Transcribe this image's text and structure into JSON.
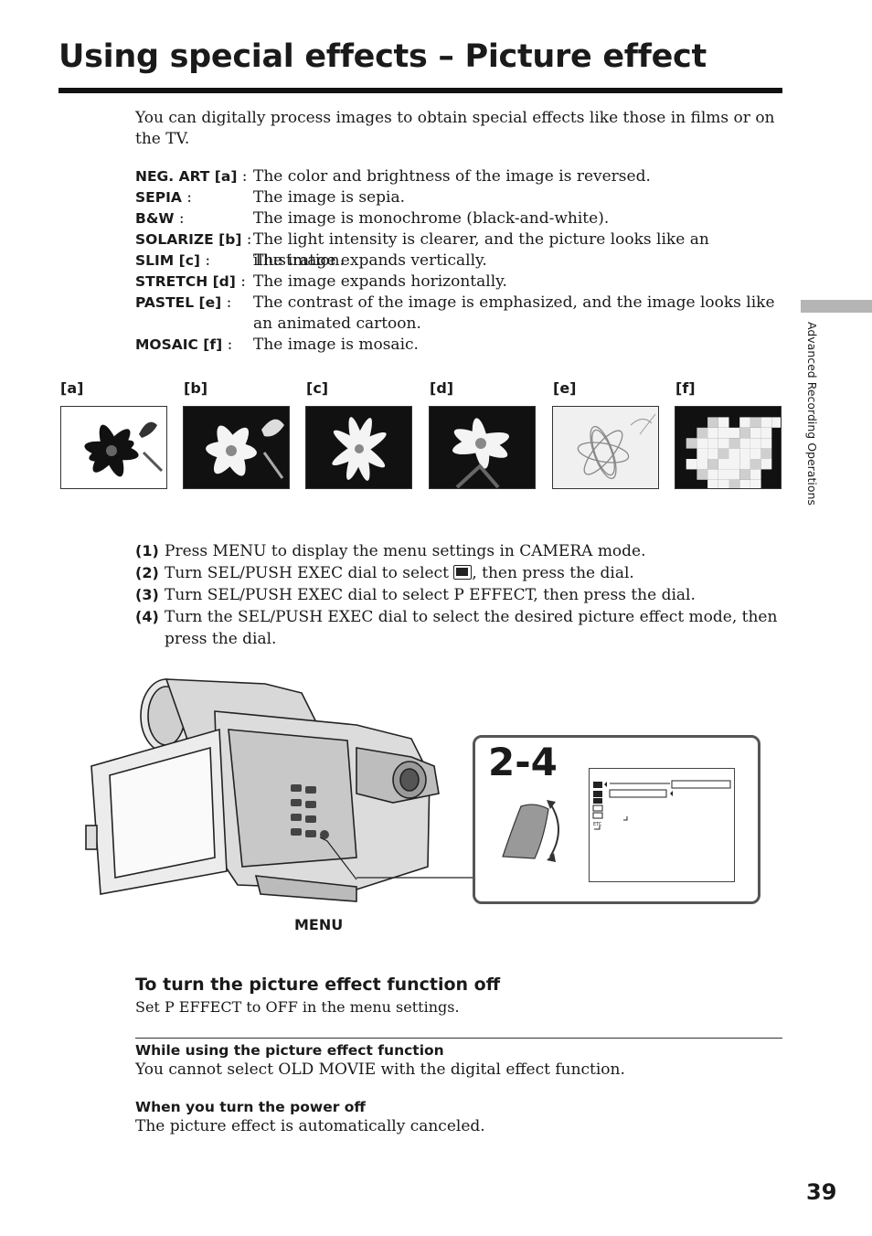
{
  "title": "Using special effects – Picture effect",
  "intro": "You can digitally process images to obtain special effects like those in films or on the TV.",
  "effects": [
    {
      "key": "NEG. ART [a]",
      "sep": " :",
      "desc": "The color and brightness of the image is reversed."
    },
    {
      "key": "SEPIA",
      "sep": " :",
      "desc": "The image is sepia."
    },
    {
      "key": "B&W",
      "sep": " :",
      "desc": "The image is monochrome (black-and-white)."
    },
    {
      "key": "SOLARIZE [b]",
      "sep": " :",
      "desc": "The light intensity is clearer, and the picture looks like an illustration."
    },
    {
      "key": "SLIM [c]",
      "sep": " :",
      "desc": "The image expands vertically."
    },
    {
      "key": "STRETCH [d]",
      "sep": " :",
      "desc": "The image expands horizontally."
    },
    {
      "key": "PASTEL [e]",
      "sep": " :",
      "desc": "The contrast of the image is emphasized, and the image looks like an animated cartoon."
    },
    {
      "key": "MOSAIC [f]",
      "sep": " :",
      "desc": "The image is mosaic."
    }
  ],
  "thumbnails": [
    "[a]",
    "[b]",
    "[c]",
    "[d]",
    "[e]",
    "[f]"
  ],
  "steps": [
    {
      "num": "(1)",
      "text": "Press MENU to display the menu settings in CAMERA mode."
    },
    {
      "num": "(2)",
      "text_before": "Turn SEL/PUSH EXEC dial to select ",
      "text_after": ", then press the dial."
    },
    {
      "num": "(3)",
      "text": "Turn SEL/PUSH EXEC dial to select P EFFECT, then press the dial."
    },
    {
      "num": "(4)",
      "text": "Turn the SEL/PUSH EXEC dial to select the desired picture effect mode, then press the dial."
    }
  ],
  "illustration": {
    "menu_label": "MENU",
    "step_label": "2-4",
    "menu_icon_label": "ETC"
  },
  "off_section": {
    "heading": "To turn the picture effect function off",
    "text": "Set P EFFECT to OFF in the menu settings."
  },
  "notes": [
    {
      "heading": "While using the picture effect function",
      "text": "You cannot select OLD MOVIE with the digital effect function."
    },
    {
      "heading": "When you turn the power off",
      "text": "The picture effect is automatically canceled."
    }
  ],
  "side_label": "Advanced Recording Operations",
  "page_number": "39"
}
